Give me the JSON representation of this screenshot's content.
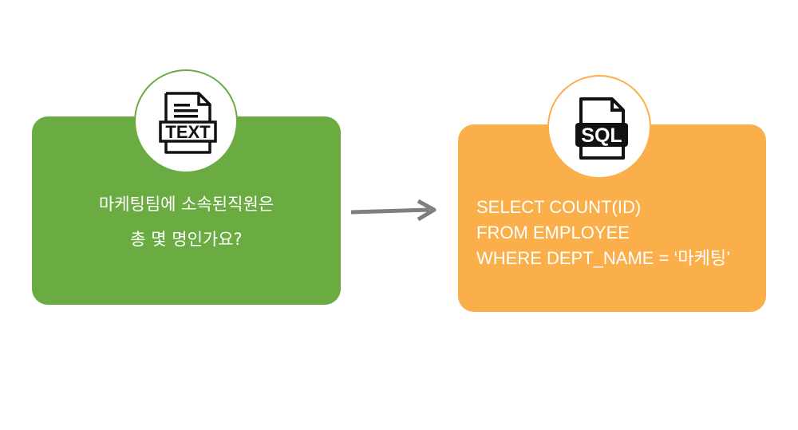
{
  "input": {
    "icon": "text-file-icon",
    "icon_label": "TEXT",
    "lines": [
      "마케팅팀에 소속된직원은",
      "총 몇 명인가요?"
    ]
  },
  "output": {
    "icon": "sql-file-icon",
    "icon_label": "SQL",
    "lines": [
      "SELECT COUNT(ID)",
      "FROM EMPLOYEE",
      "WHERE DEPT_NAME = ‘마케팅’"
    ]
  },
  "colors": {
    "input": "#6aab42",
    "output": "#fbaf4b",
    "arrow": "#7f7f7f"
  }
}
